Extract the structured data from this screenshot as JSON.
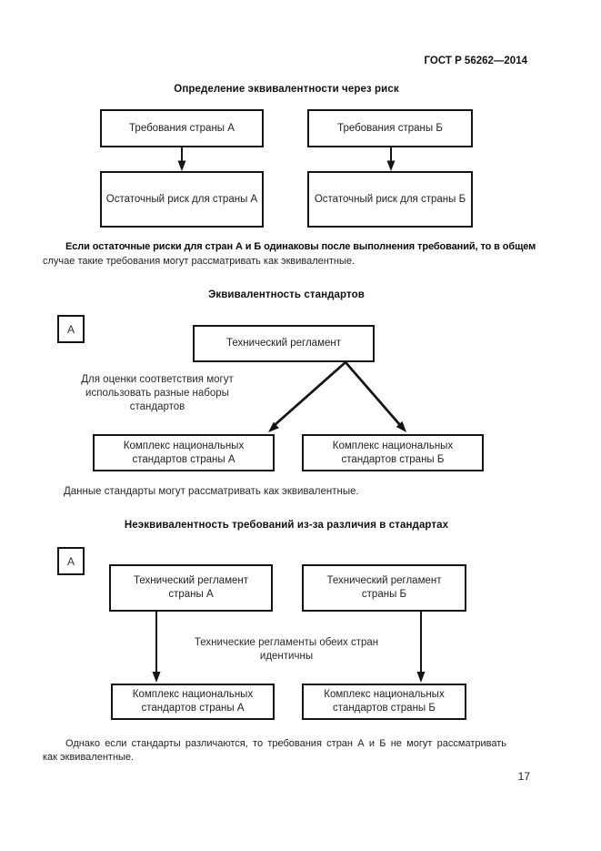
{
  "doc": {
    "standard_code": "ГОСТ Р 56262—2014",
    "page_number": "17"
  },
  "diagram1": {
    "title": "Определение эквивалентности через риск",
    "req_a": "Требования страны А",
    "req_b": "Требования страны Б",
    "risk_a": "Остаточный риск для страны А",
    "risk_b": "Остаточный риск для страны Б",
    "para": {
      "line1": "Если остаточные риски для стран А и Б одинаковы после выполнения требований, то в общем",
      "line2": "случае такие требования могут рассматривать как эквивалентные."
    }
  },
  "diagram2": {
    "title": "Эквивалентность стандартов",
    "marker": "А",
    "tech_reg": "Технический регламент",
    "note": {
      "line1": "Для оценки соответствия могут",
      "line2": "использовать разные наборы",
      "line3": "стандартов"
    },
    "complex_a": {
      "line1": "Комплекс национальных",
      "line2": "стандартов страны А"
    },
    "complex_b": {
      "line1": "Комплекс национальных",
      "line2": "стандартов страны Б"
    },
    "caption": "Данные стандарты могут рассматривать как эквивалентные."
  },
  "diagram3": {
    "title": "Неэквивалентность требований из-за различия в стандартах",
    "marker": "А",
    "tech_reg_a": {
      "line1": "Технический регламент",
      "line2": "страны А"
    },
    "tech_reg_b": {
      "line1": "Технический регламент",
      "line2": "страны Б"
    },
    "note": {
      "line1": "Технические регламенты обеих стран",
      "line2": "идентичны"
    },
    "complex_a": {
      "line1": "Комплекс национальных",
      "line2": "стандартов страны А"
    },
    "complex_b": {
      "line1": "Комплекс национальных",
      "line2": "стандартов страны Б"
    },
    "para": {
      "line1": "Однако если стандарты различаются, то требования стран А и Б не могут рассматривать",
      "line2": "как эквивалентные."
    }
  }
}
